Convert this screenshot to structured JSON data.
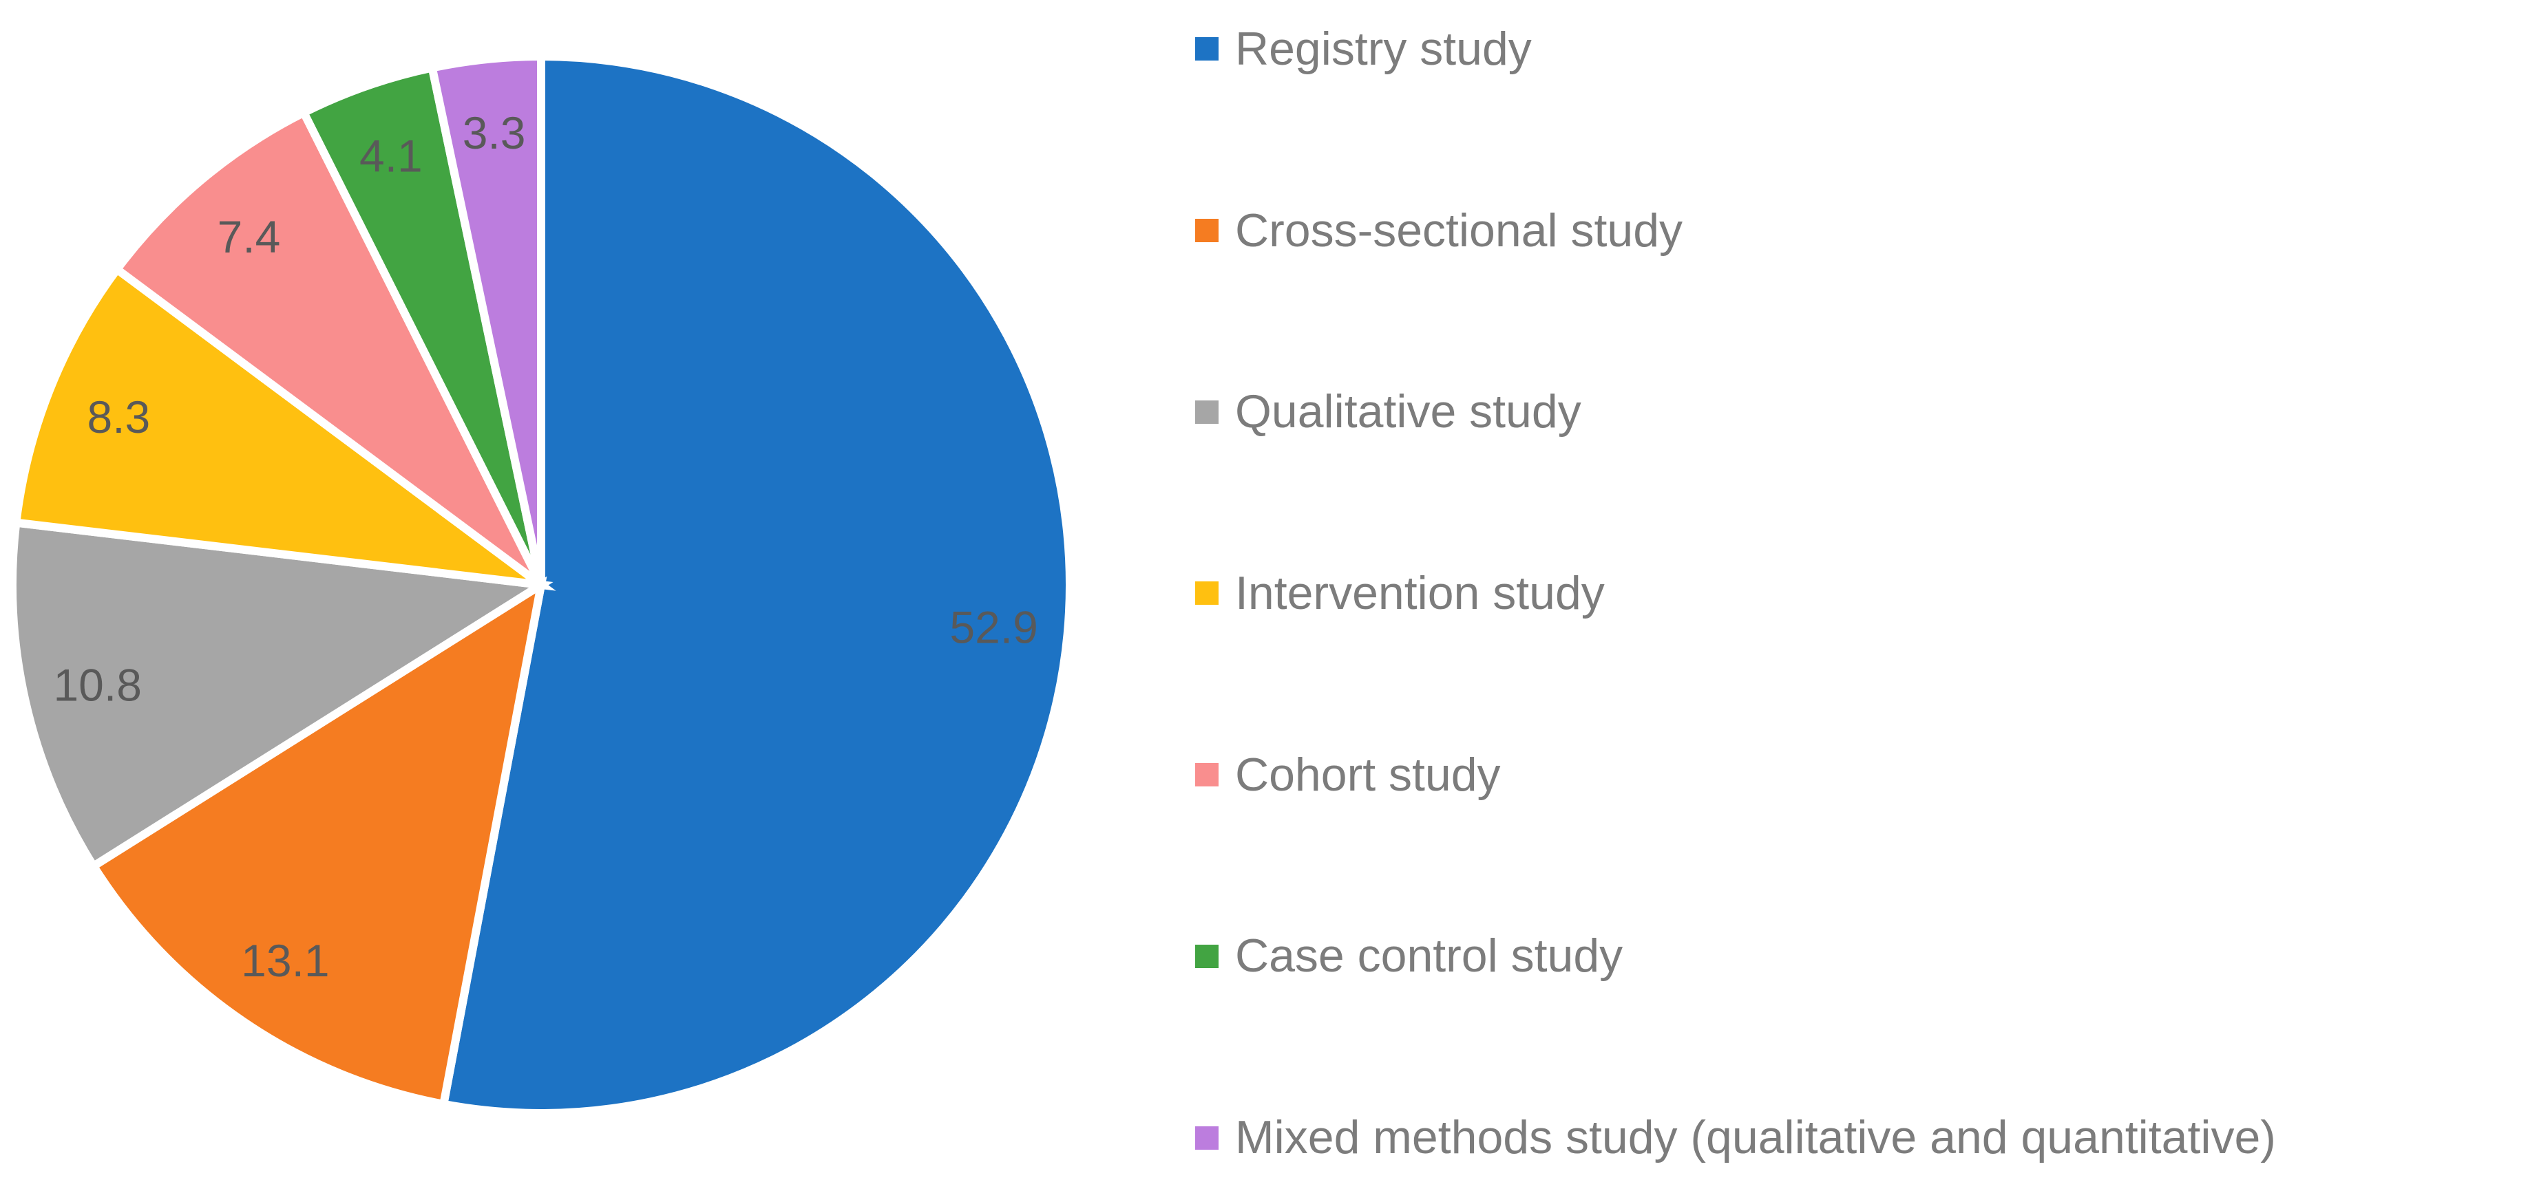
{
  "chart_data": {
    "type": "pie",
    "title": "",
    "slices": [
      {
        "label": "Registry study",
        "value": 52.9,
        "color": "#1D73C4",
        "data_label": "52.9"
      },
      {
        "label": "Cross-sectional study",
        "value": 13.1,
        "color": "#F57C21",
        "data_label": "13.1"
      },
      {
        "label": "Qualitative study",
        "value": 10.8,
        "color": "#A6A6A6",
        "data_label": "10.8"
      },
      {
        "label": "Intervention study",
        "value": 8.3,
        "color": "#FFC010",
        "data_label": "8.3"
      },
      {
        "label": "Cohort study",
        "value": 7.4,
        "color": "#F98E8E",
        "data_label": "7.4"
      },
      {
        "label": "Case control study",
        "value": 4.1,
        "color": "#42A442",
        "data_label": "4.1"
      },
      {
        "label": "Mixed methods study (qualitative and quantitative)",
        "value": 3.3,
        "color": "#BC7DDE",
        "data_label": "3.3"
      }
    ],
    "start_angle_deg": 0,
    "direction": "clockwise",
    "slice_separator_color": "#FFFFFF",
    "data_label_color": "#595959",
    "legend_position": "right",
    "legend_text_color": "#7C7C7C",
    "background": "#FFFFFF"
  }
}
